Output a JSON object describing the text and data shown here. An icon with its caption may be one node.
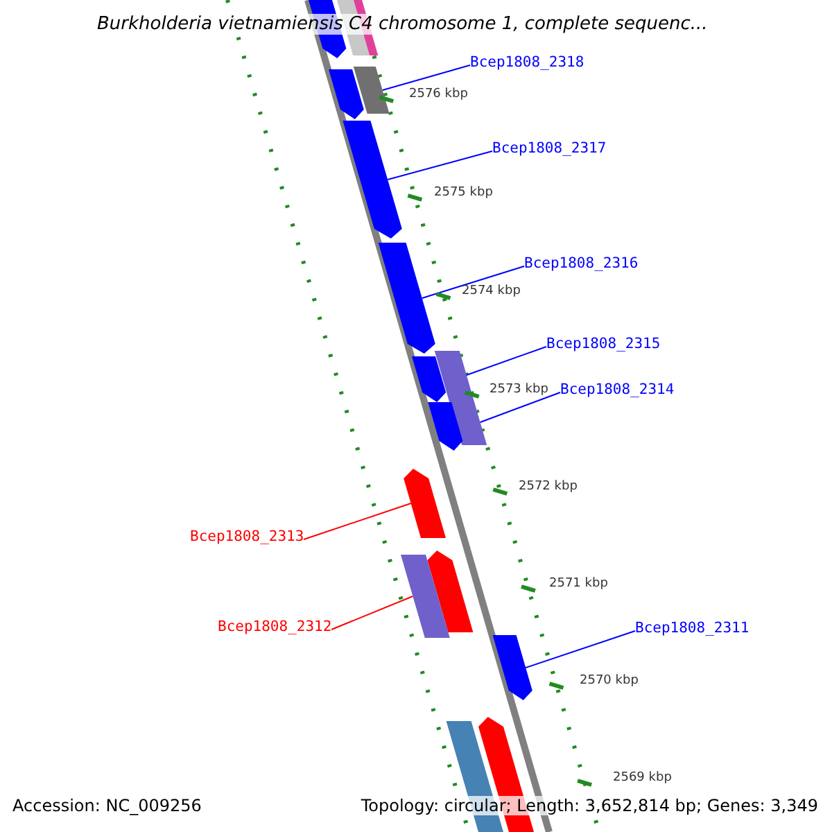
{
  "diagram": {
    "title": "Burkholderia vietnamiensis C4 chromosome 1, complete sequenc...",
    "nodes": [
      {
        "text": [
          "Bcep1808_2318"
        ]
      },
      {
        "text": [
          "Bcep1808_2317"
        ]
      },
      {
        "text": [
          "Bcep1808_2316"
        ]
      },
      {
        "text": [
          "Bcep1808_2315"
        ]
      },
      {
        "text": [
          "Bcep1808_2314"
        ]
      },
      {
        "text": [
          "Bcep1808_2313"
        ]
      },
      {
        "text": [
          "Bcep1808_2312"
        ]
      },
      {
        "text": [
          "Bcep1808_2311"
        ]
      },
      {
        "text": [],
        "shape": "bar"
      },
      {
        "text": [],
        "shape": "bar"
      },
      {
        "text": [],
        "shape": "bar"
      },
      {
        "text": [],
        "shape": "bar"
      },
      {
        "text": [],
        "shape": "bar"
      },
      {
        "text": [],
        "shape": "bar"
      },
      {
        "text": [],
        "shape": "bar"
      },
      {
        "text": [],
        "shape": "bar"
      },
      {
        "text": [],
        "shape": "bar"
      },
      {
        "text": [],
        "shape": "bar"
      },
      {
        "text": [],
        "shape": "bar"
      },
      {
        "text": [],
        "shape": "bar"
      },
      {
        "text": [],
        "shape": "bar"
      },
      {
        "text": [],
        "shape": "bar"
      },
      {
        "text": [],
        "shape": "bar"
      },
      {
        "text": [],
        "shape": "bar"
      }
    ],
    "edges": [
      {
        "from": 0,
        "to": 10,
        "arrow": "none"
      },
      {
        "from": 1,
        "to": 12,
        "arrow": "none"
      },
      {
        "from": 2,
        "to": 13,
        "arrow": "none"
      },
      {
        "from": 3,
        "to": 14,
        "arrow": "none"
      },
      {
        "from": 4,
        "to": 16,
        "arrow": "none"
      },
      {
        "from": 5,
        "to": 18,
        "arrow": "none",
        "color": "#ff0000"
      },
      {
        "from": 6,
        "to": 20,
        "arrow": "none",
        "color": "#ff0000"
      },
      {
        "from": 7,
        "to": 21,
        "arrow": "none"
      }
    ],
    "labels": [
      "2576 kbp",
      "2575 kbp",
      "2574 kbp",
      "2573 kbp",
      "2572 kbp",
      "2571 kbp",
      "2570 kbp",
      "2569 kbp",
      "Accession: NC_009256",
      "Topology: circular; Length: 3,652,814 bp; Genes: 3,349"
    ]
  }
}
